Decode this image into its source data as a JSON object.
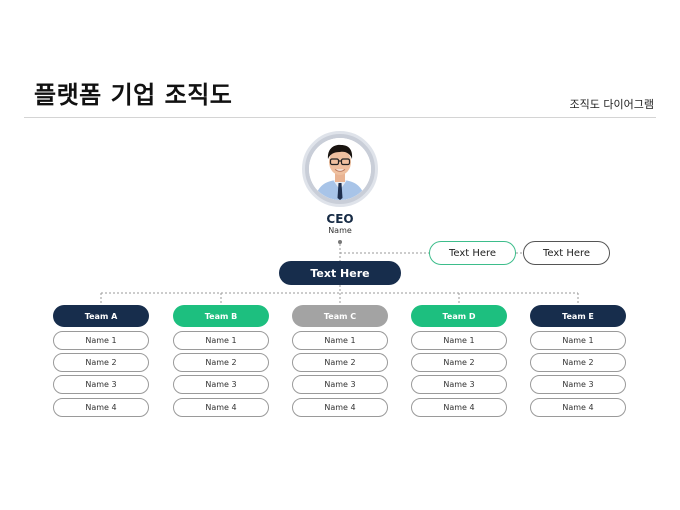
{
  "title": "플랫폼 기업 조직도",
  "subtitle": "조직도 다이어그램",
  "ceo": {
    "title": "CEO",
    "name": "Name"
  },
  "side_boxes": [
    "Text Here",
    "Text Here"
  ],
  "main_box": "Text Here",
  "colors": {
    "navy": "#172d4c",
    "green": "#1dbf7f",
    "gray": "#a3a3a3"
  },
  "teams": [
    {
      "name": "Team A",
      "color": "#172d4c",
      "members": [
        "Name 1",
        "Name 2",
        "Name 3",
        "Name 4"
      ]
    },
    {
      "name": "Team B",
      "color": "#1dbf7f",
      "members": [
        "Name 1",
        "Name 2",
        "Name 3",
        "Name 4"
      ]
    },
    {
      "name": "Team C",
      "color": "#a3a3a3",
      "members": [
        "Name 1",
        "Name 2",
        "Name 3",
        "Name 4"
      ]
    },
    {
      "name": "Team D",
      "color": "#1dbf7f",
      "members": [
        "Name 1",
        "Name 2",
        "Name 3",
        "Name 4"
      ]
    },
    {
      "name": "Team E",
      "color": "#172d4c",
      "members": [
        "Name 1",
        "Name 2",
        "Name 3",
        "Name 4"
      ]
    }
  ]
}
